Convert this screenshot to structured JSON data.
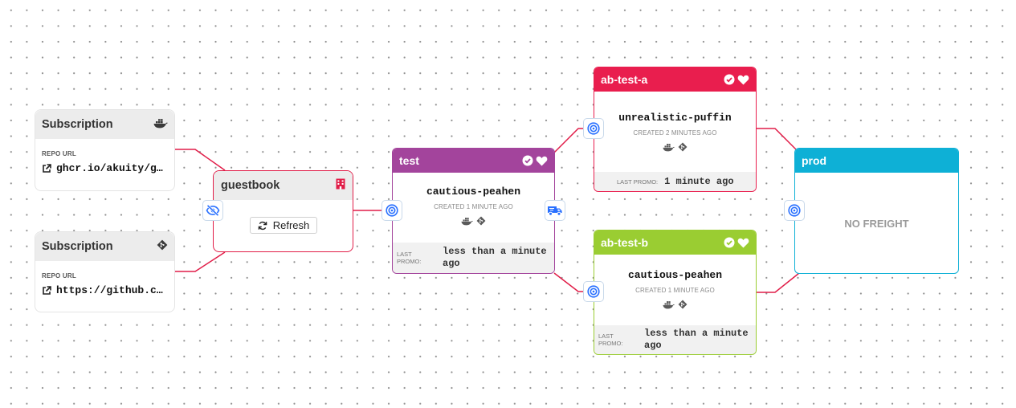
{
  "colors": {
    "edge": "#e11d48",
    "test": "#a3449c",
    "ab_test_a": "#e91e4e",
    "ab_test_b": "#9acd32",
    "prod": "#0eb0d6",
    "icon_blue": "#2970ff"
  },
  "subscriptions": [
    {
      "title": "Subscription",
      "icon": "docker-icon",
      "repo_label": "REPO URL",
      "repo_url": "ghcr.io/akuity/g…"
    },
    {
      "title": "Subscription",
      "icon": "git-icon",
      "repo_label": "REPO URL",
      "repo_url": "https://github.c…"
    }
  ],
  "warehouse": {
    "title": "guestbook",
    "icon": "warehouse-icon",
    "refresh_label": "Refresh"
  },
  "stages": {
    "test": {
      "name": "test",
      "freight": "cautious-peahen",
      "created": "CREATED 1 MINUTE AGO",
      "promo_label": "LAST PROMO:",
      "promo_value": "less than a minute ago"
    },
    "ab_test_a": {
      "name": "ab-test-a",
      "freight": "unrealistic-puffin",
      "created": "CREATED 2 MINUTES AGO",
      "promo_label": "LAST PROMO:",
      "promo_value": "1 minute ago"
    },
    "ab_test_b": {
      "name": "ab-test-b",
      "freight": "cautious-peahen",
      "created": "CREATED 1 MINUTE AGO",
      "promo_label": "LAST PROMO:",
      "promo_value": "less than a minute ago"
    },
    "prod": {
      "name": "prod",
      "no_freight": "NO FREIGHT"
    }
  }
}
